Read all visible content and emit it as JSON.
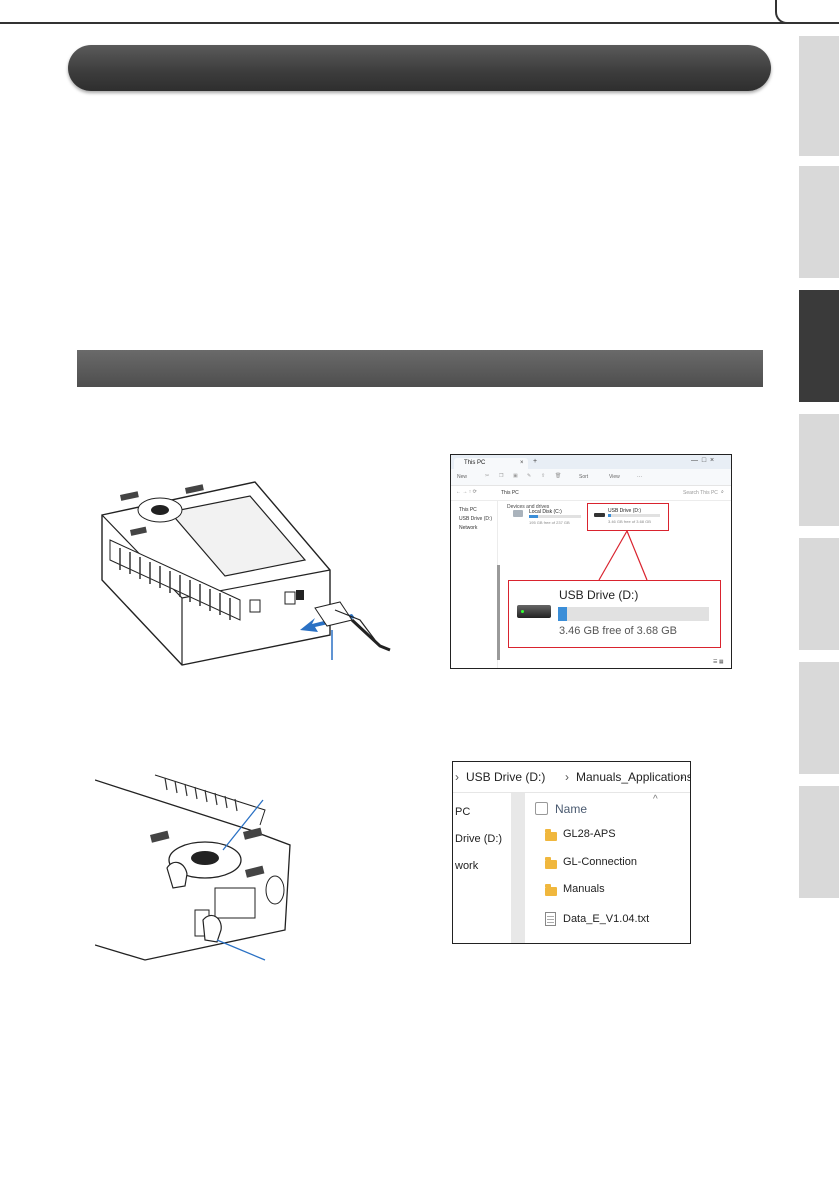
{
  "colors": {
    "accent_red": "#d9232e",
    "progress_blue": "#3b8ed8",
    "arrow_blue": "#2a71c4",
    "tab_active": "#3a3a3a",
    "tab_inactive": "#d9d9d9"
  },
  "side_tabs": [
    {
      "name": "tab-1",
      "active": false
    },
    {
      "name": "tab-2",
      "active": false
    },
    {
      "name": "tab-3",
      "active": true
    },
    {
      "name": "tab-4",
      "active": false
    },
    {
      "name": "tab-5",
      "active": false
    },
    {
      "name": "tab-6",
      "active": false
    },
    {
      "name": "tab-7",
      "active": false
    }
  ],
  "explorer": {
    "tab_title": "This PC",
    "new_tab": "+",
    "toolbar": {
      "new": "New",
      "sort": "Sort",
      "view": "View",
      "more": "···"
    },
    "path": "This PC",
    "search_placeholder": "Search This PC",
    "nav_items": [
      "This PC",
      "USB Drive (D:)",
      "Network"
    ],
    "group_header": "Devices and drives",
    "local_disk": {
      "name": "Local Disk (C:)",
      "free": "195 GB free of 237 GB"
    },
    "usb_drive_small": {
      "name": "USB Drive (D:)",
      "free": "3.46 GB free of 3.68 GB"
    },
    "callout": {
      "name": "USB Drive (D:)",
      "free": "3.46 GB free of 3.68 GB",
      "used_fraction": 0.06
    }
  },
  "folder_view": {
    "breadcrumb": [
      "USB Drive (D:)",
      "Manuals_Applications"
    ],
    "nav_items": [
      "PC",
      "Drive (D:)",
      "work"
    ],
    "column_header": "Name",
    "files": [
      {
        "name": "GL28-APS",
        "icon": "folder-icon"
      },
      {
        "name": "GL-Connection",
        "icon": "folder-icon"
      },
      {
        "name": "Manuals",
        "icon": "folder-icon"
      },
      {
        "name": "Data_E_V1.04.txt",
        "icon": "text-file-icon"
      }
    ]
  }
}
